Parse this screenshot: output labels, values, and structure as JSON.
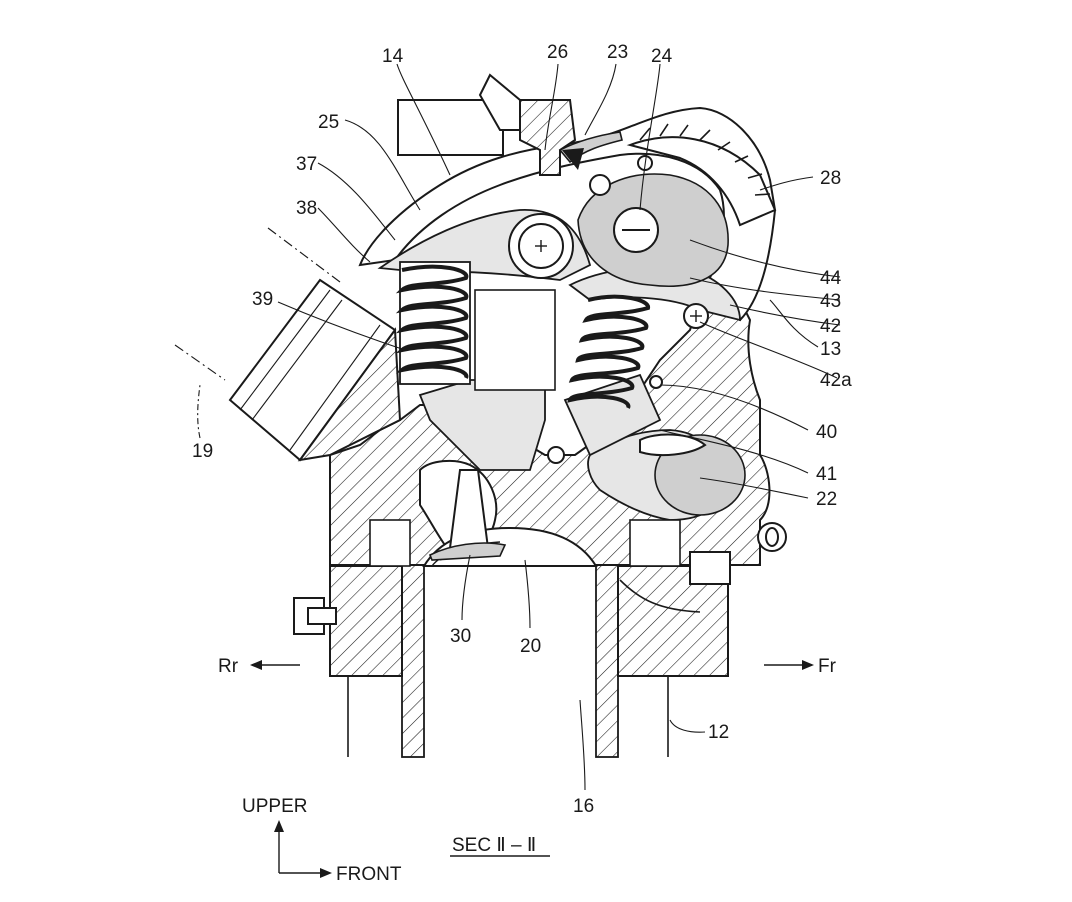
{
  "labels": {
    "n14": "14",
    "n26": "26",
    "n23": "23",
    "n24": "24",
    "n25": "25",
    "n37": "37",
    "n38": "38",
    "n39": "39",
    "n28": "28",
    "n44": "44",
    "n43": "43",
    "n42": "42",
    "n13": "13",
    "n42a": "42a",
    "n40": "40",
    "n41": "41",
    "n22": "22",
    "n19": "19",
    "n30": "30",
    "n20": "20",
    "n12": "12",
    "n16": "16"
  },
  "directions": {
    "rear": "Rr",
    "front": "Fr",
    "upper": "UPPER",
    "front_axis": "FRONT"
  },
  "section_title": "SEC Ⅱ – Ⅱ"
}
